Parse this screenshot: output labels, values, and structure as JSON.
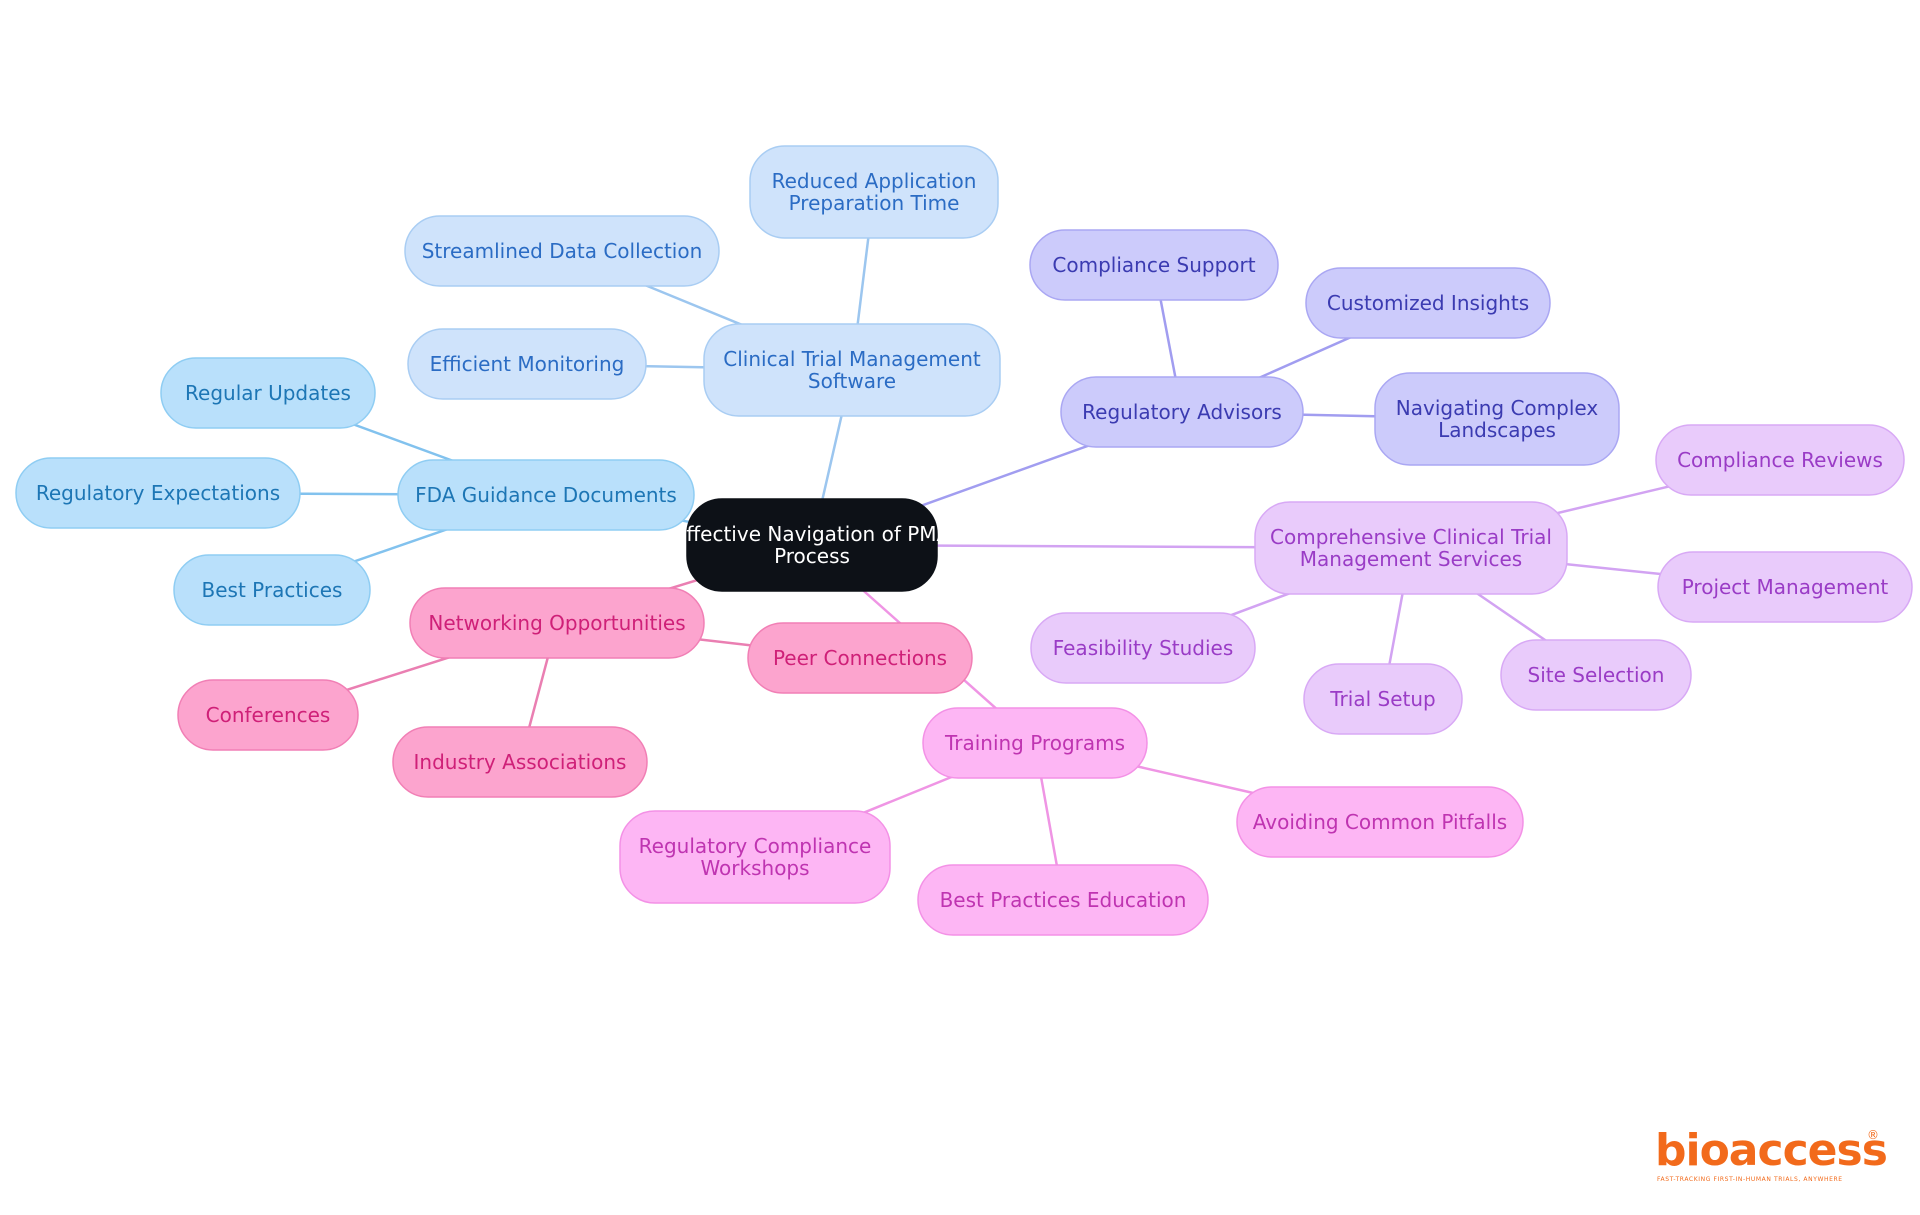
{
  "diagram": {
    "type": "mindmap",
    "root": {
      "id": "root",
      "lines": [
        "Effective Navigation of PMA",
        "Process"
      ],
      "fill": "#0d1117",
      "text_color": "#ffffff"
    },
    "branches": [
      {
        "id": "clinical-software",
        "lines": [
          "Clinical Trial Management",
          "Software"
        ],
        "fill": "#cfe3fb",
        "stroke": "#a9cdf3",
        "text_color": "#2b6cc4",
        "edge_color": "#9cc6ef",
        "children": [
          {
            "id": "reduced-prep-time",
            "lines": [
              "Reduced Application",
              "Preparation Time"
            ]
          },
          {
            "id": "streamlined-data",
            "lines": [
              "Streamlined Data Collection"
            ]
          },
          {
            "id": "efficient-monitoring",
            "lines": [
              "Efficient Monitoring"
            ]
          }
        ]
      },
      {
        "id": "fda-guidance",
        "lines": [
          "FDA Guidance Documents"
        ],
        "fill": "#b9e0fb",
        "stroke": "#8fcdf3",
        "text_color": "#1d76b5",
        "edge_color": "#82c2ee",
        "children": [
          {
            "id": "regular-updates",
            "lines": [
              "Regular Updates"
            ]
          },
          {
            "id": "regulatory-expectations",
            "lines": [
              "Regulatory Expectations"
            ]
          },
          {
            "id": "best-practices",
            "lines": [
              "Best Practices"
            ]
          }
        ]
      },
      {
        "id": "networking",
        "lines": [
          "Networking Opportunities"
        ],
        "fill": "#fca4ce",
        "stroke": "#f17fb5",
        "text_color": "#cf2078",
        "edge_color": "#ea7fb2",
        "children": [
          {
            "id": "peer-connections",
            "lines": [
              "Peer Connections"
            ]
          },
          {
            "id": "conferences",
            "lines": [
              "Conferences"
            ]
          },
          {
            "id": "industry-associations",
            "lines": [
              "Industry Associations"
            ]
          }
        ]
      },
      {
        "id": "training",
        "lines": [
          "Training Programs"
        ],
        "fill": "#fdb6f4",
        "stroke": "#f391e6",
        "text_color": "#bf34b1",
        "edge_color": "#ef95e4",
        "children": [
          {
            "id": "compliance-workshops",
            "lines": [
              "Regulatory Compliance",
              "Workshops"
            ]
          },
          {
            "id": "best-practices-education",
            "lines": [
              "Best Practices Education"
            ]
          },
          {
            "id": "avoiding-pitfalls",
            "lines": [
              "Avoiding Common Pitfalls"
            ]
          }
        ]
      },
      {
        "id": "regulatory-advisors",
        "lines": [
          "Regulatory Advisors"
        ],
        "fill": "#cccbfb",
        "stroke": "#aaa7f3",
        "text_color": "#3b3bb1",
        "edge_color": "#a19df0",
        "children": [
          {
            "id": "compliance-support",
            "lines": [
              "Compliance Support"
            ]
          },
          {
            "id": "customized-insights",
            "lines": [
              "Customized Insights"
            ]
          },
          {
            "id": "navigating-landscapes",
            "lines": [
              "Navigating Complex",
              "Landscapes"
            ]
          }
        ]
      },
      {
        "id": "clinical-services",
        "lines": [
          "Comprehensive Clinical Trial",
          "Management Services"
        ],
        "fill": "#e9cbfb",
        "stroke": "#d8a9f5",
        "text_color": "#9a3cc6",
        "edge_color": "#d2a3f2",
        "children": [
          {
            "id": "compliance-reviews",
            "lines": [
              "Compliance Reviews"
            ]
          },
          {
            "id": "project-management",
            "lines": [
              "Project Management"
            ]
          },
          {
            "id": "site-selection",
            "lines": [
              "Site Selection"
            ]
          },
          {
            "id": "trial-setup",
            "lines": [
              "Trial Setup"
            ]
          },
          {
            "id": "feasibility-studies",
            "lines": [
              "Feasibility Studies"
            ]
          }
        ]
      }
    ]
  },
  "logo": {
    "wordmark": "bioaccess",
    "registered": "®",
    "tagline": "FAST-TRACKING FIRST-IN-HUMAN TRIALS, ANYWHERE",
    "color": "#f26a1b"
  }
}
